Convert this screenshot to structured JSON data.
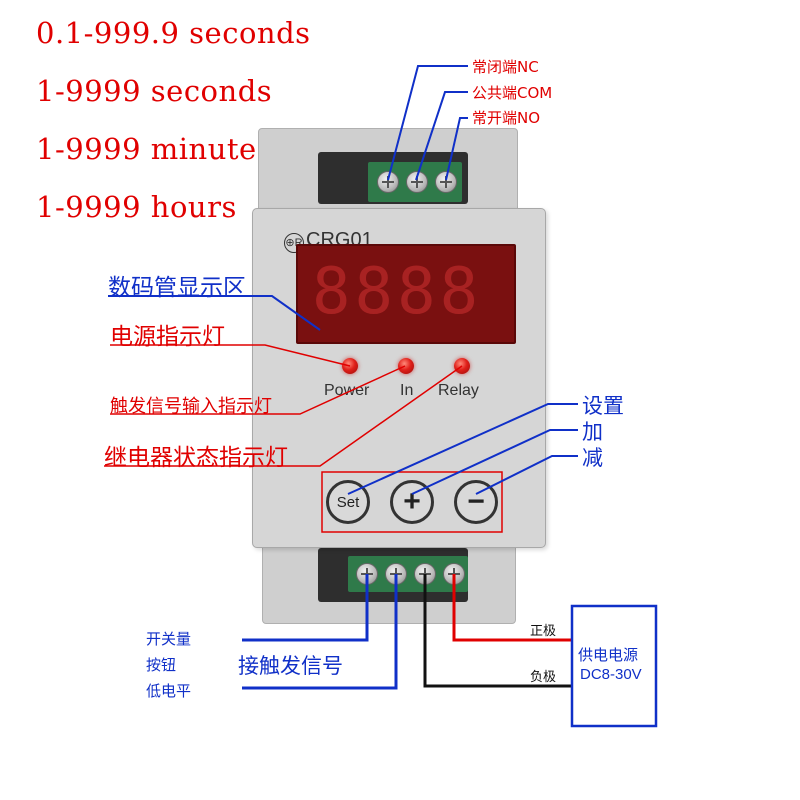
{
  "ranges": [
    "0.1-999.9 seconds",
    "1-9999 seconds",
    "1-9999 minutes",
    "1-9999 hours"
  ],
  "top_terminals": {
    "nc": "常闭端NC",
    "com": "公共端COM",
    "no": "常开端NO"
  },
  "device": {
    "brand_mark": "⊕R",
    "model": "CRG01",
    "display_digits": "8888",
    "indicators": [
      "Power",
      "In",
      "Relay"
    ],
    "buttons": {
      "set": "Set",
      "plus": "+",
      "minus": "−"
    }
  },
  "annotations": {
    "display_area": "数码管显示区",
    "power_indicator": "电源指示灯",
    "trigger_indicator": "触发信号输入指示灯",
    "relay_indicator": "继电器状态指示灯",
    "set": "设置",
    "add": "加",
    "subtract": "减",
    "trigger_input": "接触发信号",
    "trigger_types": [
      "开关量",
      "按钮",
      "低电平"
    ]
  },
  "power_supply": {
    "title": "供电电源",
    "voltage": "DC8-30V",
    "positive": "正极",
    "negative": "负极"
  },
  "colors": {
    "annotation_red": "#e00000",
    "annotation_blue": "#1030c8",
    "housing": "#d4d4d4",
    "display_bg": "#7a1010",
    "led": "#e0201a"
  }
}
